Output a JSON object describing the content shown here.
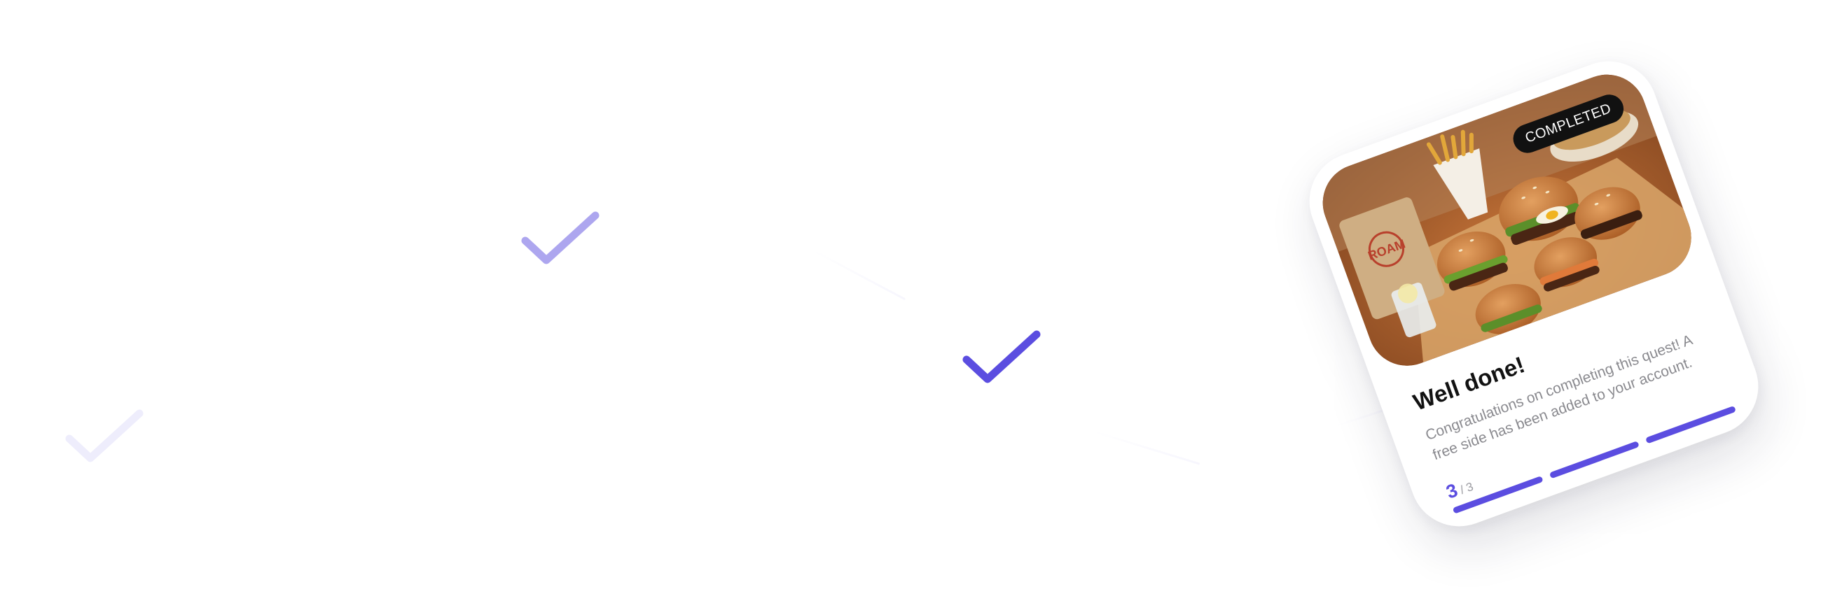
{
  "card": {
    "badge": "COMPLETED",
    "title": "Well done!",
    "description": "Congratulations on completing this quest! A free side has been added to your account.",
    "progress": {
      "current": "3",
      "separator": "/",
      "total": "3",
      "completed_segments": 3,
      "total_segments": 3
    },
    "photo_sign": "ROAM"
  },
  "colors": {
    "accent": "#5b4de0",
    "badge_bg": "#111111",
    "title": "#121212",
    "description": "#8a8a8f"
  },
  "icons": {
    "decor": "check-icon"
  }
}
